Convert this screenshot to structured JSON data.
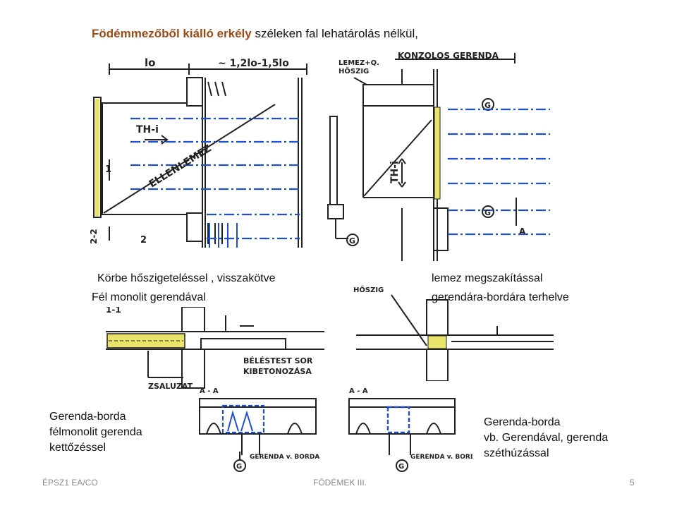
{
  "title": {
    "highlight": "Födémmezőből kiálló erkély",
    "rest": " széleken fal lehatárolás nélkül,"
  },
  "captions": {
    "left_line1": "Körbe hőszigeteléssel , visszakötve",
    "left_line2": "Fél monolit gerendával",
    "right_line1": "lemez megszakítással",
    "right_line2": "gerendára-bordára  terhelve",
    "bottom_left": [
      "Gerenda-borda",
      "félmonolit gerenda",
      "kettőzéssel"
    ],
    "bottom_right": [
      "Gerenda-borda",
      "vb. Gerendával, gerenda",
      "széthúzással"
    ]
  },
  "sketch_labels": {
    "lo": "lo",
    "span": "~ 1,2lo-1,5lo",
    "thi_left": "TH-i",
    "ellenlemez": "ELLENLEMEZ",
    "section_1": "1",
    "section_22": "2-2",
    "section_2": "2",
    "lemez_hoszig": "LEMEZ+Q.\nHŐSZIG",
    "konzolos": "KONZOLOS GERENDA",
    "thi_right": "TH-i",
    "g": "G",
    "a": "A",
    "hoszig": "HŐSZIG",
    "section_11": "1-1",
    "belestest": "BÉLÉSTEST SOR",
    "kibetonozasa": "KIBETONOZÁSA",
    "zsaluzat": "ZSALUZAT",
    "aa_left": "A - A",
    "aa_right": "A - A",
    "gerenda_borda": "GERENDA v. BORDA"
  },
  "footer": {
    "left": "ÉPSZ1 EA/CO",
    "center": "FÖDÉMEK III.",
    "page": "5"
  },
  "colors": {
    "title_highlight": "#9c4a14",
    "blue_line": "#1f4fd1",
    "yellow_fill": "#e8e36a",
    "sketch_ink": "#222222"
  }
}
